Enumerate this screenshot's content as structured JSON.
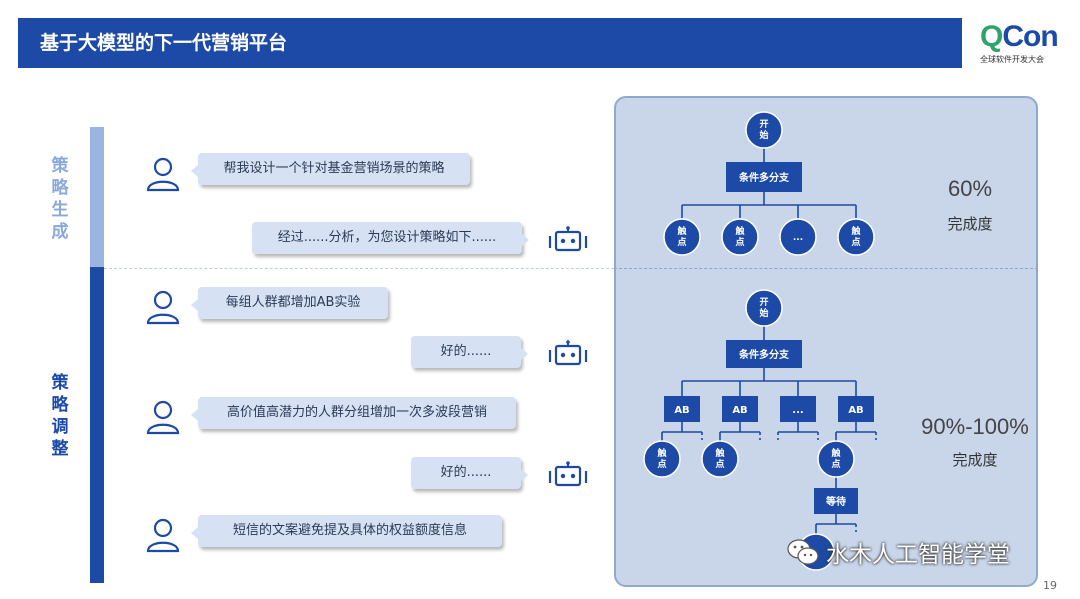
{
  "header": {
    "title": "基于大模型的下一代营销平台"
  },
  "logo": {
    "main_q": "Q",
    "main_rest": "Con",
    "sub": "全球软件开发大会"
  },
  "sections": [
    {
      "label": "策略生成"
    },
    {
      "label": "策略调整"
    }
  ],
  "messages": [
    {
      "role": "user",
      "text": "帮我设计一个针对基金营销场景的策略"
    },
    {
      "role": "bot",
      "text": "经过......分析，为您设计策略如下......"
    },
    {
      "role": "user",
      "text": "每组人群都增加AB实验"
    },
    {
      "role": "bot",
      "text": "好的......"
    },
    {
      "role": "user",
      "text": "高价值高潜力的人群分组增加一次多波段营销"
    },
    {
      "role": "bot",
      "text": "好的......"
    },
    {
      "role": "user",
      "text": "短信的文案避免提及具体的权益额度信息"
    }
  ],
  "flow1": {
    "start": "开始",
    "branch": "条件多分支",
    "leaves": [
      "触点",
      "触点",
      "...",
      "触点"
    ],
    "percent": "60%",
    "percent_label": "完成度"
  },
  "flow2": {
    "start": "开始",
    "branch": "条件多分支",
    "ab_nodes": [
      "AB",
      "AB",
      "...",
      "AB"
    ],
    "touch_nodes": [
      "触点",
      "触点",
      "触点"
    ],
    "wait": "等待",
    "percent": "90%-100%",
    "percent_label": "完成度"
  },
  "watermark": "水木人工智能学堂",
  "page_number": "19",
  "colors": {
    "primary": "#1c4aa6",
    "light": "#9ab5e0",
    "panel": "#c9d6ea",
    "bubble": "#d6e2f4"
  }
}
